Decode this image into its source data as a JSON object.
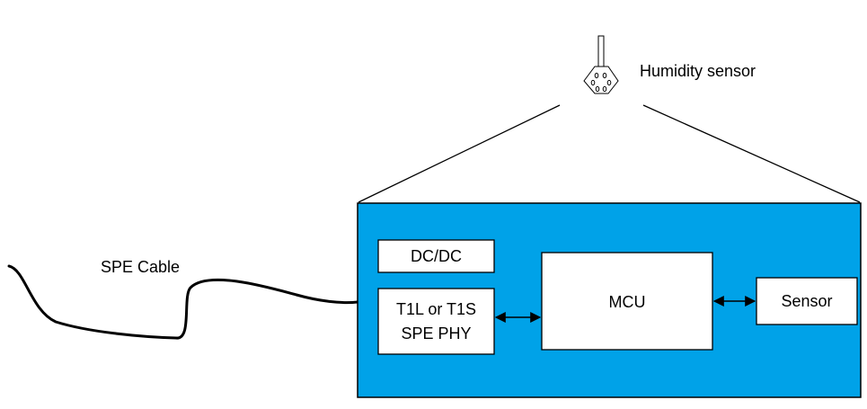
{
  "sensor_label": "Humidity sensor",
  "cable_label": "SPE Cable",
  "blocks": {
    "dcdc": "DC/DC",
    "phy_line1": "T1L or T1S",
    "phy_line2": "SPE PHY",
    "mcu": "MCU",
    "sensor": "Sensor"
  },
  "colors": {
    "board_fill": "#00a2e8",
    "block_fill": "#ffffff",
    "stroke": "#000000"
  }
}
